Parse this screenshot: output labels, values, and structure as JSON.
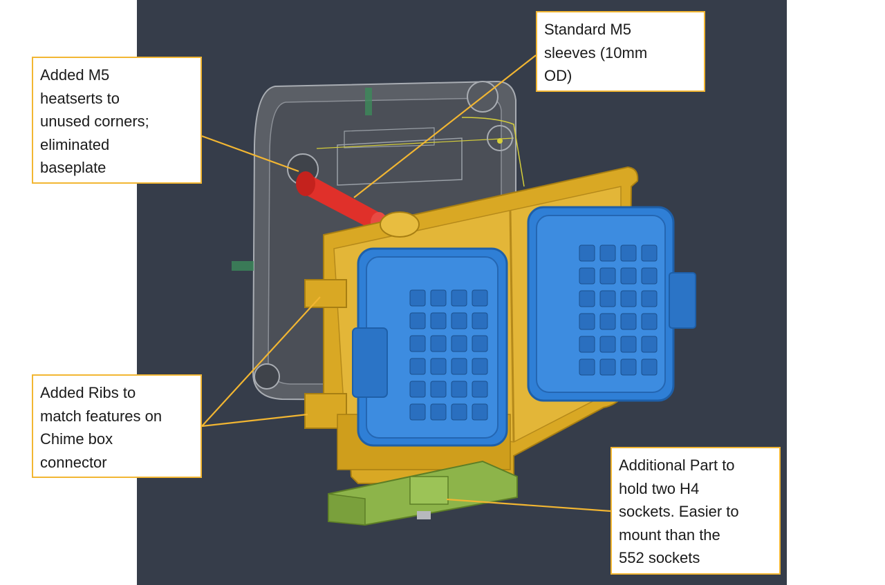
{
  "colors": {
    "viewport_bg": "#363d4a",
    "callout_border": "#f2b632",
    "leader_line": "#f2b632",
    "connector_blue": "#2f7fd6",
    "housing_yellow": "#d9a824",
    "sleeve_red": "#e0302a",
    "bracket_green": "#8db44a",
    "base_grey": "#6b6e72"
  },
  "callouts": {
    "heatserts": "Added M5\nheatserts to\nunused corners;\neliminated\nbaseplate",
    "sleeves": "Standard M5\nsleeves (10mm\nOD)",
    "ribs": "Added Ribs to\nmatch features on\nChime box\nconnector",
    "additional_part": "Additional Part to\nhold two H4\nsockets. Easier to\nmount than the\n552 sockets"
  }
}
